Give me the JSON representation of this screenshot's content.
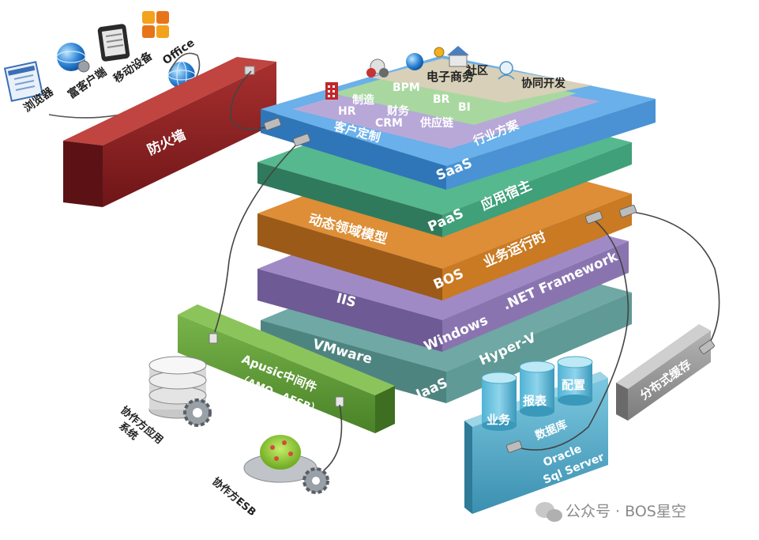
{
  "clients": {
    "browser": "浏览器",
    "rich_client": "富客户端",
    "mobile": "移动设备",
    "office": "Office"
  },
  "firewall": "防火墙",
  "saas_layer": {
    "top_items": [
      "社区",
      "协同开发"
    ],
    "ecommerce": "电子商务",
    "row_bpm": [
      "BPM",
      "BR",
      "BI"
    ],
    "row_mfg": [
      "制造",
      "财务",
      "供应链"
    ],
    "row_hr": [
      "HR",
      "CRM"
    ],
    "customize": "客户定制",
    "industry": "行业方案",
    "name": "SaaS"
  },
  "paas_layer": {
    "name": "PaaS",
    "sub": "应用宿主"
  },
  "bos_layer": {
    "left": "动态领域模型",
    "name": "BOS",
    "right": "业务运行时"
  },
  "os_layer": {
    "iis": "IIS",
    "net": ".NET Framework",
    "windows": "Windows"
  },
  "iaas_layer": {
    "vmware": "VMware",
    "hyperv": "Hyper-V",
    "name": "IaaS"
  },
  "middleware": {
    "title": "Apusic中间件",
    "sub": "（AMQ、AESB）"
  },
  "partner_app": [
    "协作方应用",
    "系统"
  ],
  "partner_esb": "协作方ESB",
  "database": {
    "cylinders": [
      "业务",
      "报表",
      "配置"
    ],
    "label": "数据库",
    "vendors": [
      "Oracle",
      "Sql Server"
    ]
  },
  "cache": "分布式缓存",
  "watermark": "公众号 · BOS星空",
  "colors": {
    "saas_top": "#5aa0dc",
    "saas_purple": "#b8a8d8",
    "saas_green": "#a8d8a0",
    "saas_tan": "#d8d0b8",
    "paas": "#3fa07a",
    "bos": "#c97a22",
    "os": "#8a74b0",
    "iaas": "#5f9a96",
    "firewall": "#8a1f22",
    "middleware": "#5a9632",
    "db": "#4aa8c4",
    "cache": "#9a9a9a"
  }
}
